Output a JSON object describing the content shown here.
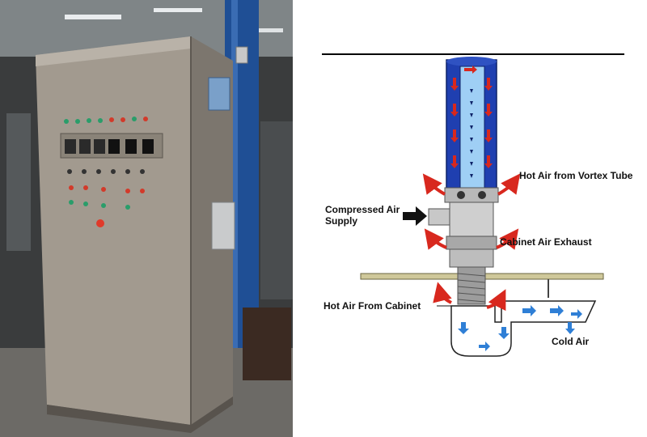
{
  "diagram": {
    "labels": {
      "hot_air_vortex": "Hot Air from Vortex Tube",
      "compressed_air": "Compressed Air Supply",
      "cabinet_exhaust": "Cabinet Air Exhaust",
      "hot_air_cabinet": "Hot Air From Cabinet",
      "cold_air": "Cold Air"
    },
    "colors": {
      "tube_blue": "#1f3fb0",
      "inner_tube": "#9fcff5",
      "hot_arrow": "#d8281e",
      "cold_arrow": "#2f7fd6",
      "mount_plate": "#cfc89a",
      "body_grey": "#b8b8b8"
    }
  },
  "photo": {
    "subject": "stainless-steel-electrical-enclosure",
    "colors": {
      "enclosure": "#a29a8f",
      "background": "#3a3c3d",
      "pillar": "#1f4f95"
    }
  }
}
